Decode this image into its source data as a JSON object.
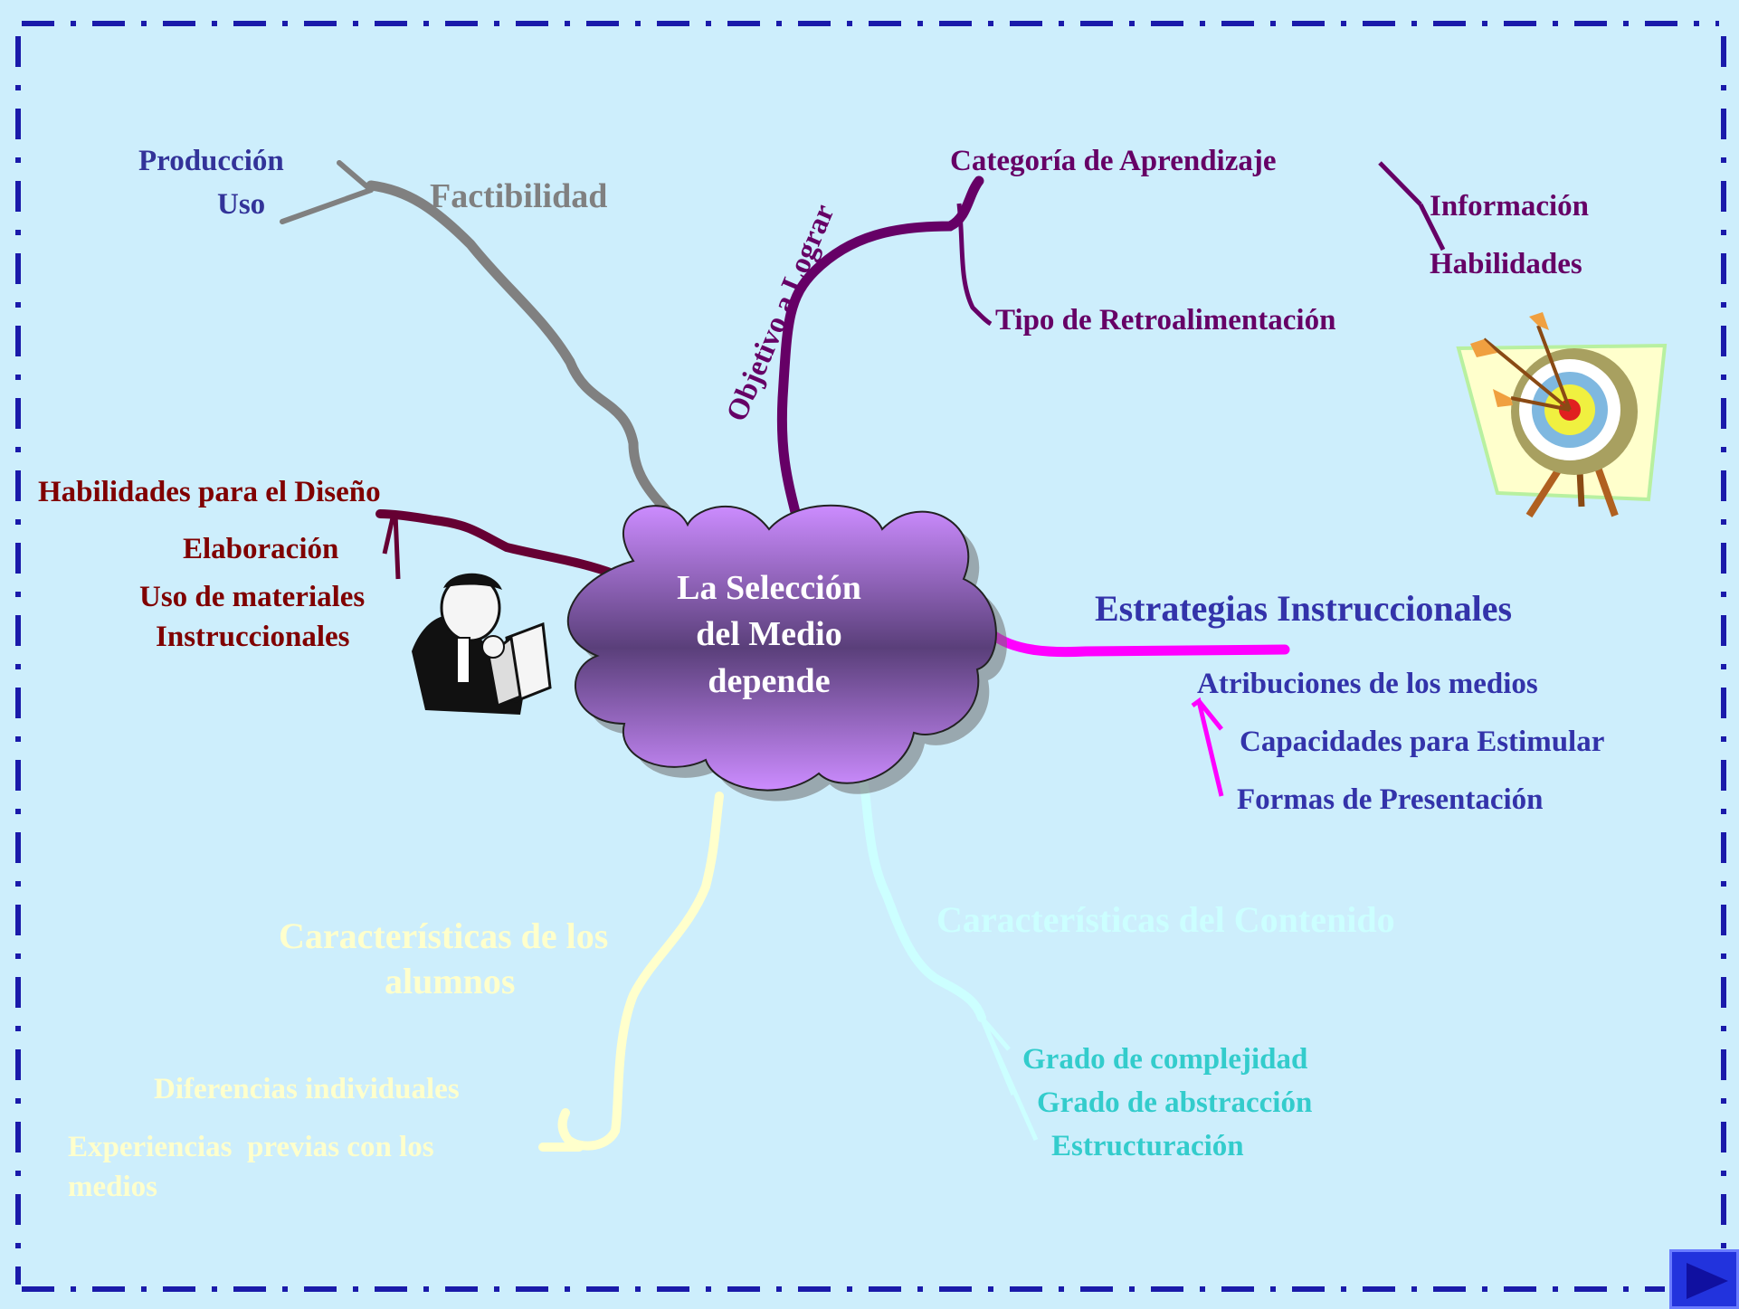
{
  "center": {
    "line1": "La Selección",
    "line2": "del Medio",
    "line3": "depende"
  },
  "branches": {
    "factibilidad": {
      "title": "Factibilidad",
      "items": [
        "Producción",
        "Uso"
      ],
      "color": "#808080",
      "item_color": "#333399"
    },
    "objetivo": {
      "title": "Objetivo a Lograr",
      "color": "#660066",
      "categoria": "Categoría de Aprendizaje",
      "tipo": "Tipo de Retroalimentación",
      "sub_items": [
        "Información",
        "Habilidades"
      ]
    },
    "habilidades_diseno": {
      "title": "Habilidades para el Diseño",
      "items": [
        "Elaboración",
        "Uso de materiales",
        "Instruccionales"
      ],
      "color": "#660033",
      "text_color": "#800000"
    },
    "estrategias": {
      "title": "Estrategias Instruccionales",
      "items": [
        "Atribuciones de los medios",
        "Capacidades para Estimular",
        "Formas de Presentación"
      ],
      "color": "#ff00ff",
      "text_color": "#3333aa"
    },
    "alumnos": {
      "title_line1": "Características de los",
      "title_line2": "alumnos",
      "items": [
        "Diferencias individuales",
        "Experiencias  previas con los",
        "medios"
      ],
      "color": "#ffffcc"
    },
    "contenido": {
      "title": "Características del Contenido",
      "items": [
        "Grado de complejidad",
        "Grado de abstracción",
        "Estructuración"
      ],
      "color": "#ccffff",
      "item_color": "#33cccc"
    }
  },
  "icons": [
    "target-arrows-icon",
    "man-reading-icon",
    "next-arrow-icon"
  ],
  "colors": {
    "background": "#cdeefc",
    "border": "#1a1aaa",
    "cloud_dark": "#5a3f7a",
    "cloud_light": "#c78cff"
  }
}
